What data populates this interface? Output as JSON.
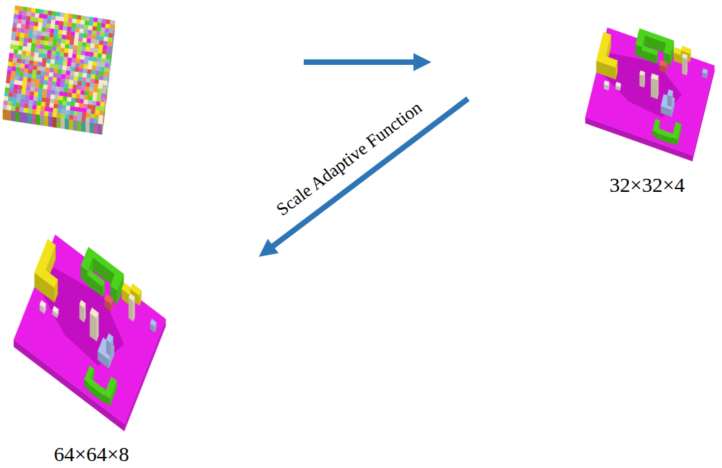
{
  "diagram": {
    "nodes": [
      {
        "text": []
      },
      {
        "text": [
          "32×32×4"
        ]
      },
      {
        "text": [
          "64×64×8"
        ]
      }
    ],
    "edges": [
      {
        "from": 0,
        "to": 1,
        "arrow": "to"
      },
      {
        "from": 1,
        "to": 2,
        "label": "Scale Adaptive Function",
        "arrow": "to"
      }
    ]
  }
}
